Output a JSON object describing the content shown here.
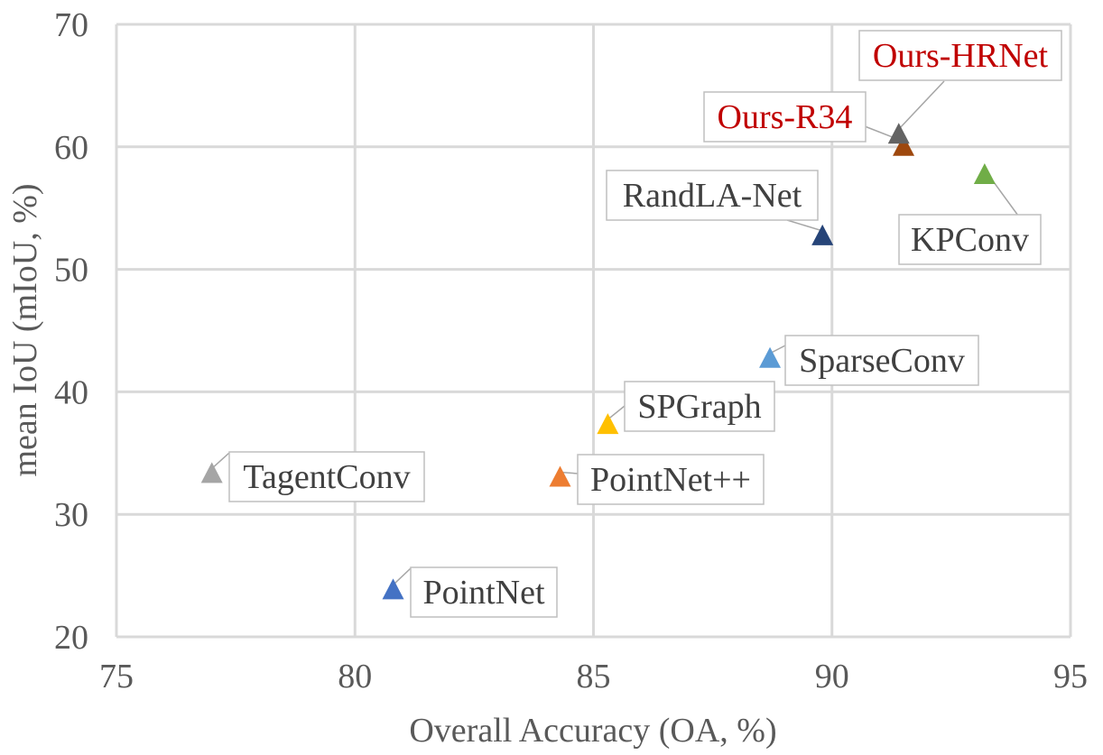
{
  "chart_data": {
    "type": "scatter",
    "xlabel": "Overall Accuracy (OA, %)",
    "ylabel": "mean IoU (mIoU, %)",
    "xlim": [
      75,
      95
    ],
    "ylim": [
      20,
      70
    ],
    "xticks": [
      75,
      80,
      85,
      90,
      95
    ],
    "yticks": [
      20,
      30,
      40,
      50,
      60,
      70
    ],
    "grid": true,
    "marker": "triangle",
    "points": [
      {
        "label": "PointNet",
        "x": 80.8,
        "y": 23.8,
        "color": "#4472c4",
        "label_color": "#404040"
      },
      {
        "label": "TagentConv",
        "x": 77.0,
        "y": 33.3,
        "color": "#a5a5a5",
        "label_color": "#404040"
      },
      {
        "label": "PointNet++",
        "x": 84.3,
        "y": 33.0,
        "color": "#ed7d31",
        "label_color": "#404040"
      },
      {
        "label": "SPGraph",
        "x": 85.3,
        "y": 37.3,
        "color": "#ffc000",
        "label_color": "#404040"
      },
      {
        "label": "SparseConv",
        "x": 88.7,
        "y": 42.7,
        "color": "#5b9bd5",
        "label_color": "#404040"
      },
      {
        "label": "RandLA-Net",
        "x": 89.8,
        "y": 52.7,
        "color": "#264478",
        "label_color": "#404040"
      },
      {
        "label": "KPConv",
        "x": 93.2,
        "y": 57.7,
        "color": "#70ad47",
        "label_color": "#404040"
      },
      {
        "label": "Ours-R34",
        "x": 91.5,
        "y": 60.0,
        "color": "#9e480e",
        "label_color": "#c00000"
      },
      {
        "label": "Ours-HRNet",
        "x": 91.4,
        "y": 61.0,
        "color": "#636363",
        "label_color": "#c00000"
      }
    ]
  }
}
